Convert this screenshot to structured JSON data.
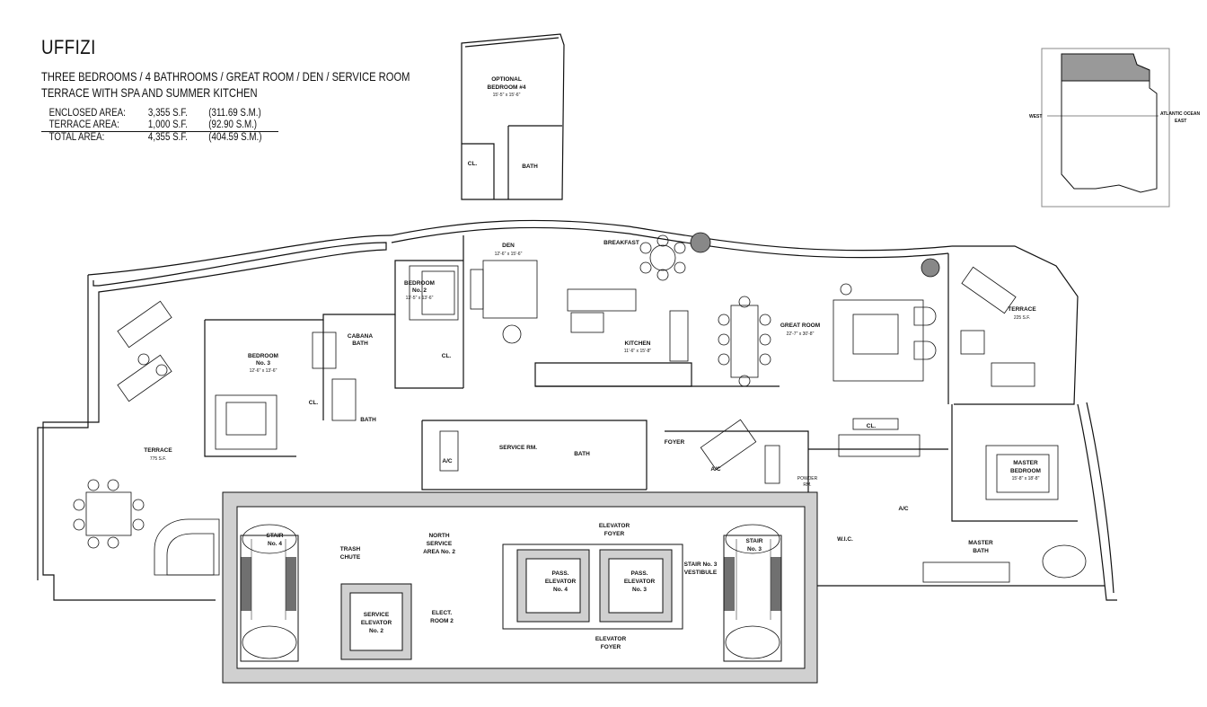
{
  "header": {
    "title": "UFFIZI",
    "subtitle_line1": "THREE BEDROOMS / 4 BATHROOMS / GREAT ROOM / DEN / SERVICE ROOM",
    "subtitle_line2": "TERRACE WITH SPA AND SUMMER KITCHEN"
  },
  "areas": [
    {
      "label": "ENCLOSED AREA:",
      "sf": "3,355 S.F.",
      "sm": "(311.69 S.M.)"
    },
    {
      "label": "TERRACE AREA:",
      "sf": "1,000 S.F.",
      "sm": "(92.90 S.M.)"
    },
    {
      "label": "TOTAL AREA:",
      "sf": "4,355 S.F.",
      "sm": "(404.59 S.M.)"
    }
  ],
  "key_plan": {
    "west": "WEST",
    "east_1": "ATLANTIC OCEAN",
    "east_2": "EAST"
  },
  "rooms": {
    "opt_bed_1": "OPTIONAL",
    "opt_bed_2": "BEDROOM #4",
    "opt_bed_dim": "15'-5\" x 15'-6\"",
    "opt_cl": "CL.",
    "opt_bath": "BATH",
    "den": "DEN",
    "den_dim": "12'-6\" x 15'-6\"",
    "breakfast": "BREAKFAST",
    "bed2_1": "BEDROOM",
    "bed2_2": "No. 2",
    "bed2_dim": "13'-5\" x 13'-6\"",
    "cabana_1": "CABANA",
    "cabana_2": "BATH",
    "cl_bed2": "CL.",
    "kitchen": "KITCHEN",
    "kitchen_dim": "11'-6\" x 15'-8\"",
    "great_room": "GREAT ROOM",
    "great_room_dim": "22'-7\" x 30'-8\"",
    "terrace_e": "TERRACE",
    "terrace_e_area": "225 S.F.",
    "bed3_1": "BEDROOM",
    "bed3_2": "No. 3",
    "bed3_dim": "12'-6\" x 13'-6\"",
    "cl_bed3": "CL.",
    "bath_bed3": "BATH",
    "terrace_w": "TERRACE",
    "terrace_w_area": "775 S.F.",
    "ac_1": "A/C",
    "service_rm": "SERVICE RM.",
    "bath_service": "BATH",
    "foyer": "FOYER",
    "ac_2": "A/C",
    "cl_foyer": "CL.",
    "powder_1": "POWDER",
    "powder_2": "RM.",
    "master_1": "MASTER",
    "master_2": "BEDROOM",
    "master_dim": "15'-8\" x 18'-8\"",
    "ac_3": "A/C",
    "wic": "W.I.C.",
    "master_bath_1": "MASTER",
    "master_bath_2": "BATH",
    "stair4_1": "STAIR",
    "stair4_2": "No. 4",
    "trash_1": "TRASH",
    "trash_2": "CHUTE",
    "nsa_1": "NORTH",
    "nsa_2": "SERVICE",
    "nsa_3": "AREA No. 2",
    "elev_foyer_top_1": "ELEVATOR",
    "elev_foyer_top_2": "FOYER",
    "svc_elev_1": "SERVICE",
    "svc_elev_2": "ELEVATOR",
    "svc_elev_3": "No. 2",
    "elect_1": "ELECT.",
    "elect_2": "ROOM 2",
    "pass4_1": "PASS.",
    "pass4_2": "ELEVATOR",
    "pass4_3": "No. 4",
    "pass3_1": "PASS.",
    "pass3_2": "ELEVATOR",
    "pass3_3": "No. 3",
    "stair3v_1": "STAIR No. 3",
    "stair3v_2": "VESTIBULE",
    "stair3_1": "STAIR",
    "stair3_2": "No. 3",
    "elev_foyer_bot_1": "ELEVATOR",
    "elev_foyer_bot_2": "FOYER"
  }
}
